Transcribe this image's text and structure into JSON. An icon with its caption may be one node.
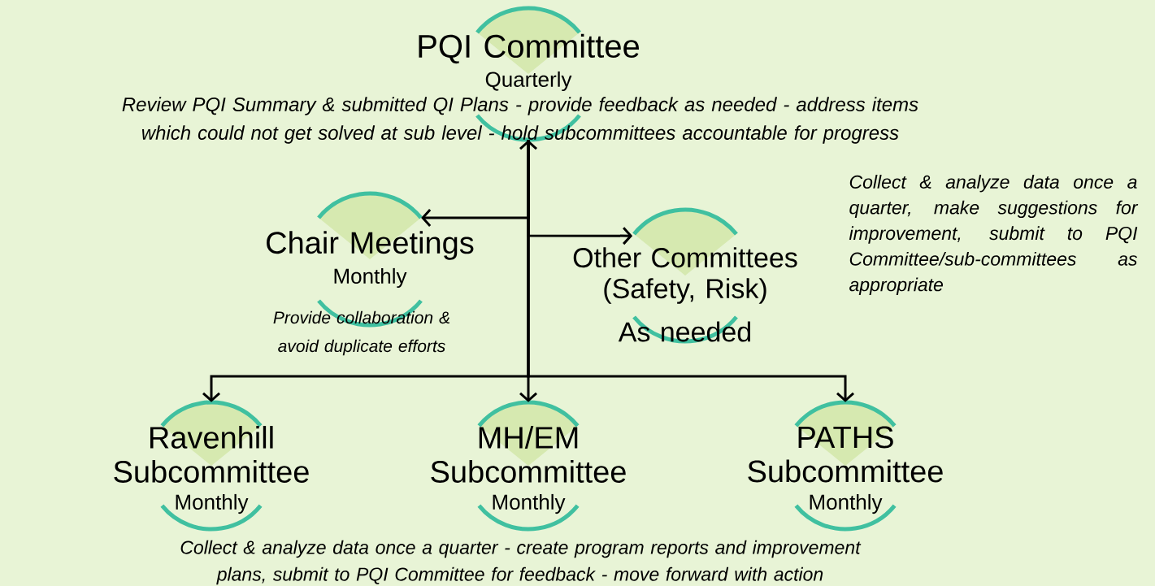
{
  "diagram": {
    "nodes": [
      {
        "text": [
          "PQI Committee",
          "Quarterly",
          "Review PQI Summary & submitted QI Plans - provide feedback as needed - address items which could not get solved at sub level - hold subcommittees accountable for progress"
        ]
      },
      {
        "text": [
          "Chair Meetings",
          "Monthly"
        ],
        "beside": [
          "Provide collaboration & avoid duplicate efforts"
        ]
      },
      {
        "text": [
          "Other Committees (Safety, Risk)",
          "As needed"
        ]
      },
      {
        "text": [
          "Ravenhill Subcommittee",
          "Monthly"
        ]
      },
      {
        "text": [
          "MH/EM Subcommittee",
          "Monthly"
        ]
      },
      {
        "text": [
          "PATHS Subcommittee",
          "Monthly"
        ]
      }
    ],
    "edges": [
      {
        "from": 0,
        "to": 1,
        "arrow": "to"
      },
      {
        "from": 0,
        "to": 2,
        "arrow": "to"
      },
      {
        "from": 0,
        "to": 3,
        "arrow": "to"
      },
      {
        "from": 0,
        "to": 4,
        "arrow": "both"
      },
      {
        "from": 0,
        "to": 5,
        "arrow": "to"
      }
    ],
    "labels": [
      "Collect & analyze data once a quarter, make suggestions for improvement, submit to PQI Committee/sub-committees as appropriate",
      "Collect & analyze data once a quarter - create program reports and improvement plans, submit to PQI Committee for feedback - move forward with action"
    ]
  }
}
